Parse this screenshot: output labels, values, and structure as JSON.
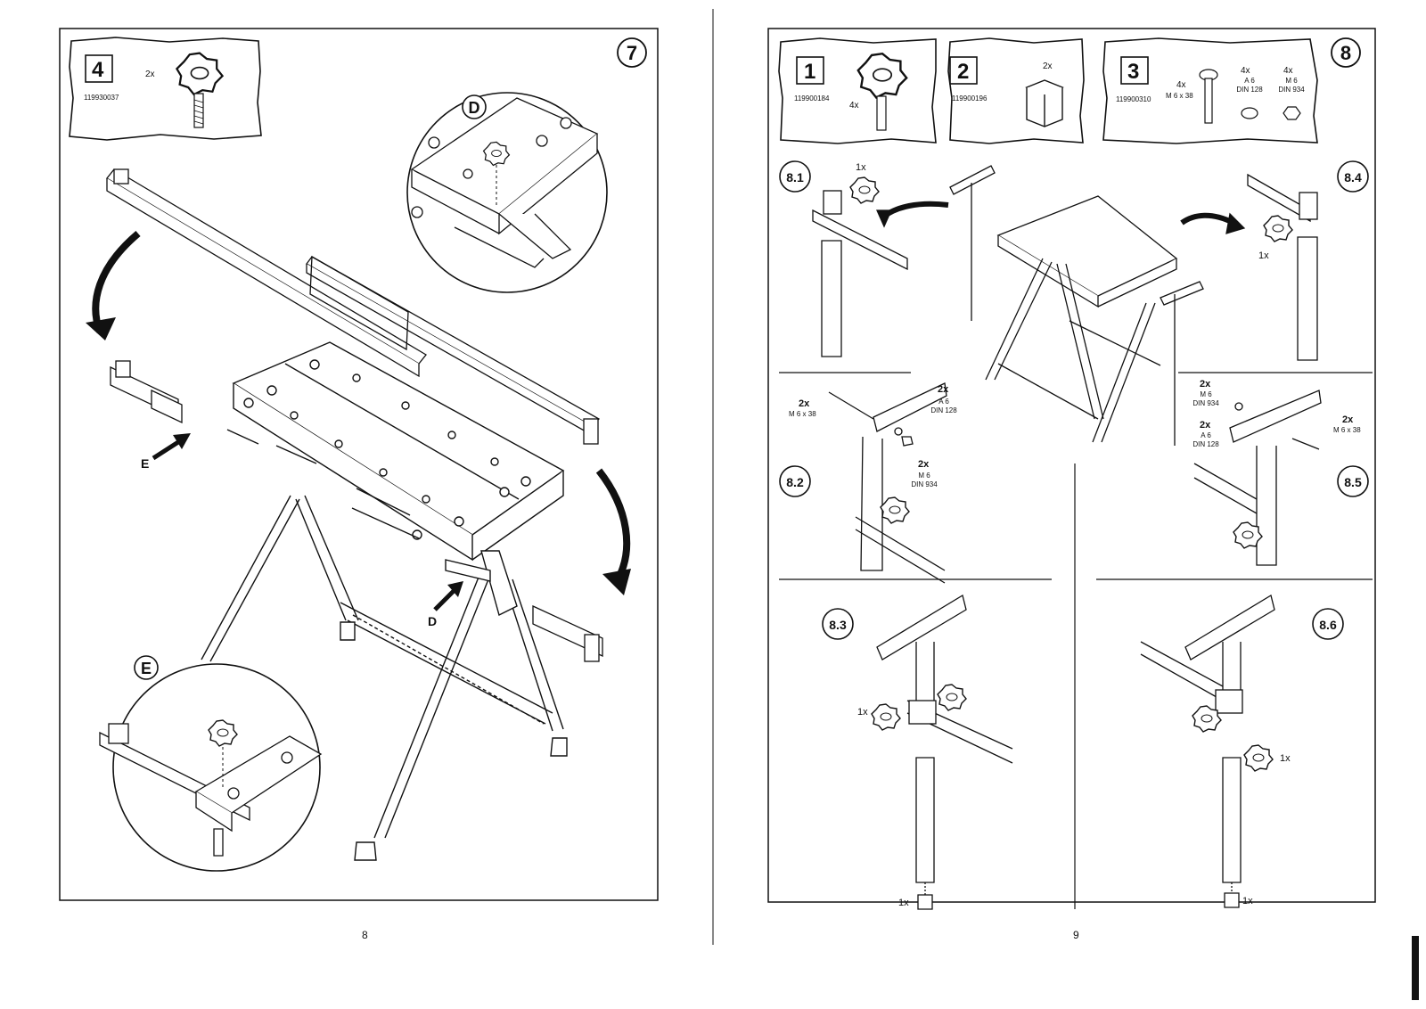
{
  "left_page": {
    "step_number": "7",
    "page_number": "8",
    "parts_box": {
      "number": "4",
      "quantity": "2x",
      "part_code": "119930037"
    },
    "callout_d": "D",
    "callout_e": "E",
    "arrow_label_d": "D",
    "arrow_label_e": "E"
  },
  "right_page": {
    "step_number": "8",
    "page_number": "9",
    "parts": [
      {
        "number": "1",
        "quantity": "4x",
        "part_code": "119900184"
      },
      {
        "number": "2",
        "quantity": "2x",
        "part_code": "119900196"
      },
      {
        "number": "3",
        "part_code": "119900310",
        "bolt_qty": "4x",
        "bolt_spec": "M 6 x 38",
        "washer_qty": "4x",
        "washer_spec_1": "A 6",
        "washer_spec_2": "DIN 128",
        "nut_qty": "4x",
        "nut_spec_1": "M 6",
        "nut_spec_2": "DIN 934"
      }
    ],
    "sub_steps": {
      "s81": "8.1",
      "s82": "8.2",
      "s83": "8.3",
      "s84": "8.4",
      "s85": "8.5",
      "s86": "8.6"
    },
    "labels": {
      "s81_qty": "1x",
      "s84_qty": "1x",
      "s82_bolt_qty": "2x",
      "s82_bolt_spec": "M 6 x 38",
      "s82_washer_qty": "2x",
      "s82_washer_spec_1": "A 6",
      "s82_washer_spec_2": "DIN 128",
      "s82_nut_qty": "2x",
      "s82_nut_spec_1": "M 6",
      "s82_nut_spec_2": "DIN 934",
      "s85_nut_qty": "2x",
      "s85_nut_spec_1": "M 6",
      "s85_nut_spec_2": "DIN 934",
      "s85_washer_qty": "2x",
      "s85_washer_spec_1": "A 6",
      "s85_washer_spec_2": "DIN 128",
      "s85_bolt_qty": "2x",
      "s85_bolt_spec": "M 6 x 38",
      "s83_knob_qty": "1x",
      "s83_cap_qty": "1x",
      "s86_knob_qty": "1x",
      "s86_cap_qty": "1x"
    }
  }
}
